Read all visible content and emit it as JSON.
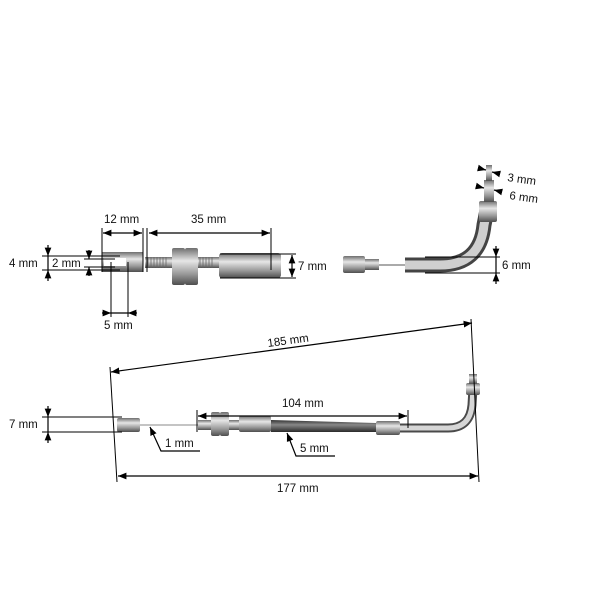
{
  "colors": {
    "background": "#ffffff",
    "dimension_lines": "#000000",
    "metal": "#a9a9a9",
    "cable_jacket": "#555555"
  },
  "detail_top_left": {
    "width_clevis": "12 mm",
    "length_thread": "35 mm",
    "outer_height": "4 mm",
    "slot_height": "2 mm",
    "slot_width": "5 mm",
    "sleeve_diameter": "7 mm"
  },
  "detail_top_right": {
    "tip_diameter": "3 mm",
    "thread_diameter": "6 mm",
    "tube_diameter": "6 mm"
  },
  "overview": {
    "diagonal_length": "185 mm",
    "sheath_length": "104 mm",
    "end_diameter": "7 mm",
    "wire_diameter": "1 mm",
    "sheath_diameter": "5 mm",
    "overall_length": "177 mm"
  }
}
